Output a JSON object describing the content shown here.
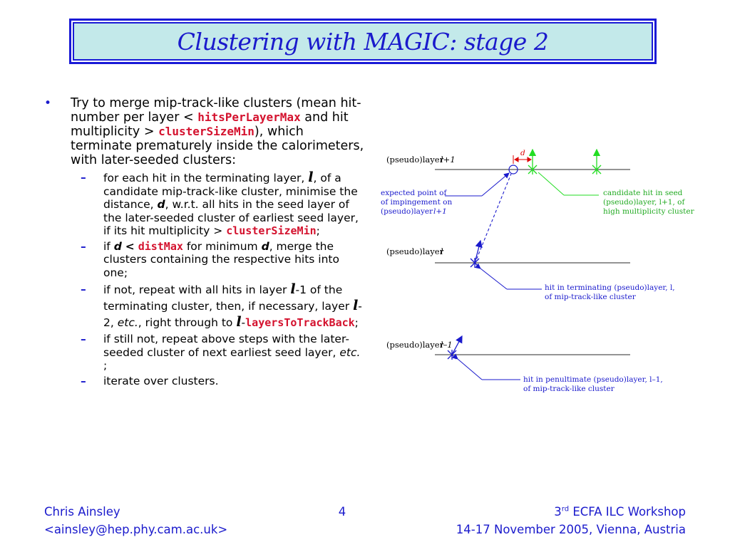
{
  "title": "Clustering with MAGIC: stage 2",
  "bullet": {
    "symbol": "•",
    "p1": "Try to merge mip-track-like clusters (mean hit-number per layer <",
    "code1": "hitsPerLayerMax",
    "p2": "and hit multiplicity >",
    "code2": "clusterSizeMin",
    "p3": "), which terminate prematurely inside the calorimeters, with later-seeded clusters:"
  },
  "subs": {
    "dash": "–",
    "s1": {
      "a": "for each hit in the terminating layer,",
      "l": "l",
      "b": ", of a candidate mip-track-like cluster, minimise the distance,",
      "d": "d",
      "c": ", w.r.t. all hits in the seed layer of the later-seeded cluster of earliest seed layer, if its hit multiplicity >",
      "code": "clusterSizeMin",
      "e": ";"
    },
    "s2": {
      "a": "if",
      "d": "d",
      "lt": "<",
      "code": "distMax",
      "b": "for minimum",
      "d2": "d",
      "c": ", merge the clusters containing the respective hits into one;"
    },
    "s3": {
      "a": "if not, repeat with all hits in layer",
      "l1": "l",
      "b": "-1 of the terminating cluster, then, if necessary, layer",
      "l2": "l",
      "c": "-2,",
      "etc": "etc.",
      "d": ", right through to",
      "l3": "l",
      "e": "-",
      "code": "layersToTrackBack",
      "f": ";"
    },
    "s4": {
      "a": "if still not, repeat above steps with the later-seeded cluster of next earliest seed layer,",
      "etc": "etc.",
      "b": ";"
    },
    "s5": {
      "a": "iterate over clusters."
    }
  },
  "diagram": {
    "layer_label": "(pseudo)layer",
    "idx_l1": "l+1",
    "idx_l": "l",
    "idx_lm1": "l–1",
    "d_label": "d",
    "expected_1": "expected point of",
    "expected_2": "of impingement on",
    "expected_3": "(pseudo)layer",
    "expected_idx": "l+1",
    "candidate_1": "candidate hit in seed",
    "candidate_2": "(pseudo)layer, l+1, of",
    "candidate_3": "high multiplicity cluster",
    "terminating_1": "hit in terminating (pseudo)layer, l,",
    "terminating_2": "of mip-track-like cluster",
    "penultimate_1": "hit in penultimate (pseudo)layer, l–1,",
    "penultimate_2": "of mip-track-like cluster"
  },
  "footer": {
    "author": "Chris Ainsley",
    "email": "<ainsley@hep.phy.cam.ac.uk>",
    "page": "4",
    "event_ord": "3",
    "event_sup": "rd",
    "event": "ECFA ILC Workshop",
    "date_place": "14-17 November 2005, Vienna, Austria"
  },
  "colors": {
    "title_bg": "#c3e9ea",
    "title_border": "#1a1ad6",
    "accent_blue": "#1a1acc",
    "code_red": "#d4122e",
    "diagram_green": "#22dd22",
    "diagram_red": "#dd0000"
  }
}
